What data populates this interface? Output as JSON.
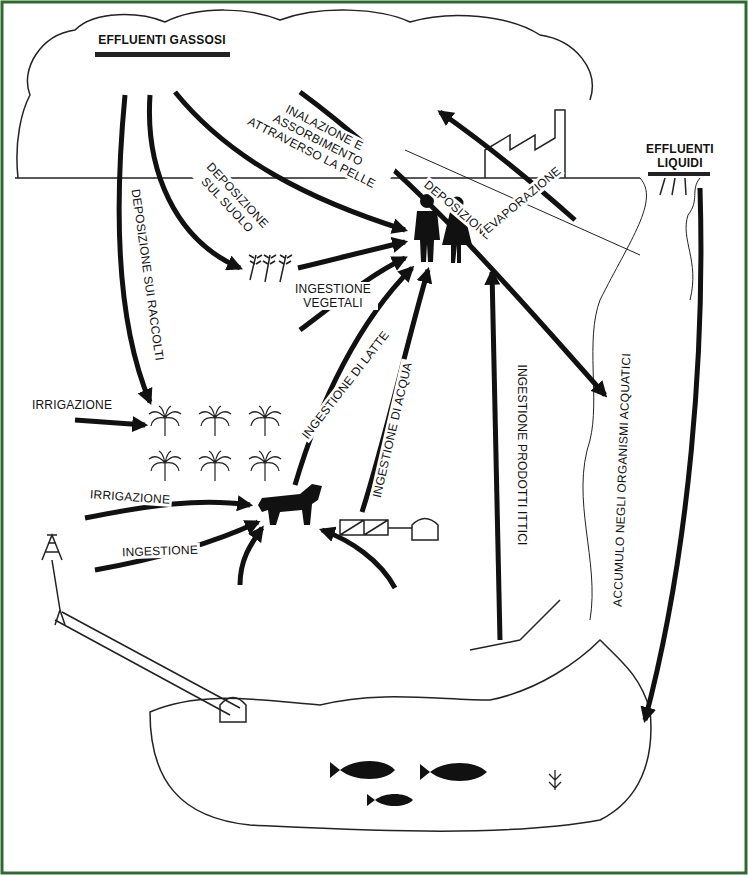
{
  "diagram": {
    "labels": [
      "EFFLUENTI GASSOSI",
      "EFFLUENTI LIQUIDI",
      "INALAZIONE E ASSORBIMENTO ATTRAVERSO LA PELLE",
      "DEPOSIZIONE SUL SUOLO",
      "DEPOSIZIONE SUI RACCOLTI",
      "DEPOSIZIONE",
      "EVAPORAZIONE",
      "INGESTIONE VEGETALI",
      "INGESTIONE DI LATTE",
      "IRRIGAZIONE",
      "IRRIGAZIONE",
      "INGESTIONE",
      "INGESTIONE DI ACQUA",
      "INGESTIONE PRODOTTI ITTICI",
      "ACCUMULO NEGLI ORGANISMI ACQUATICI"
    ]
  }
}
